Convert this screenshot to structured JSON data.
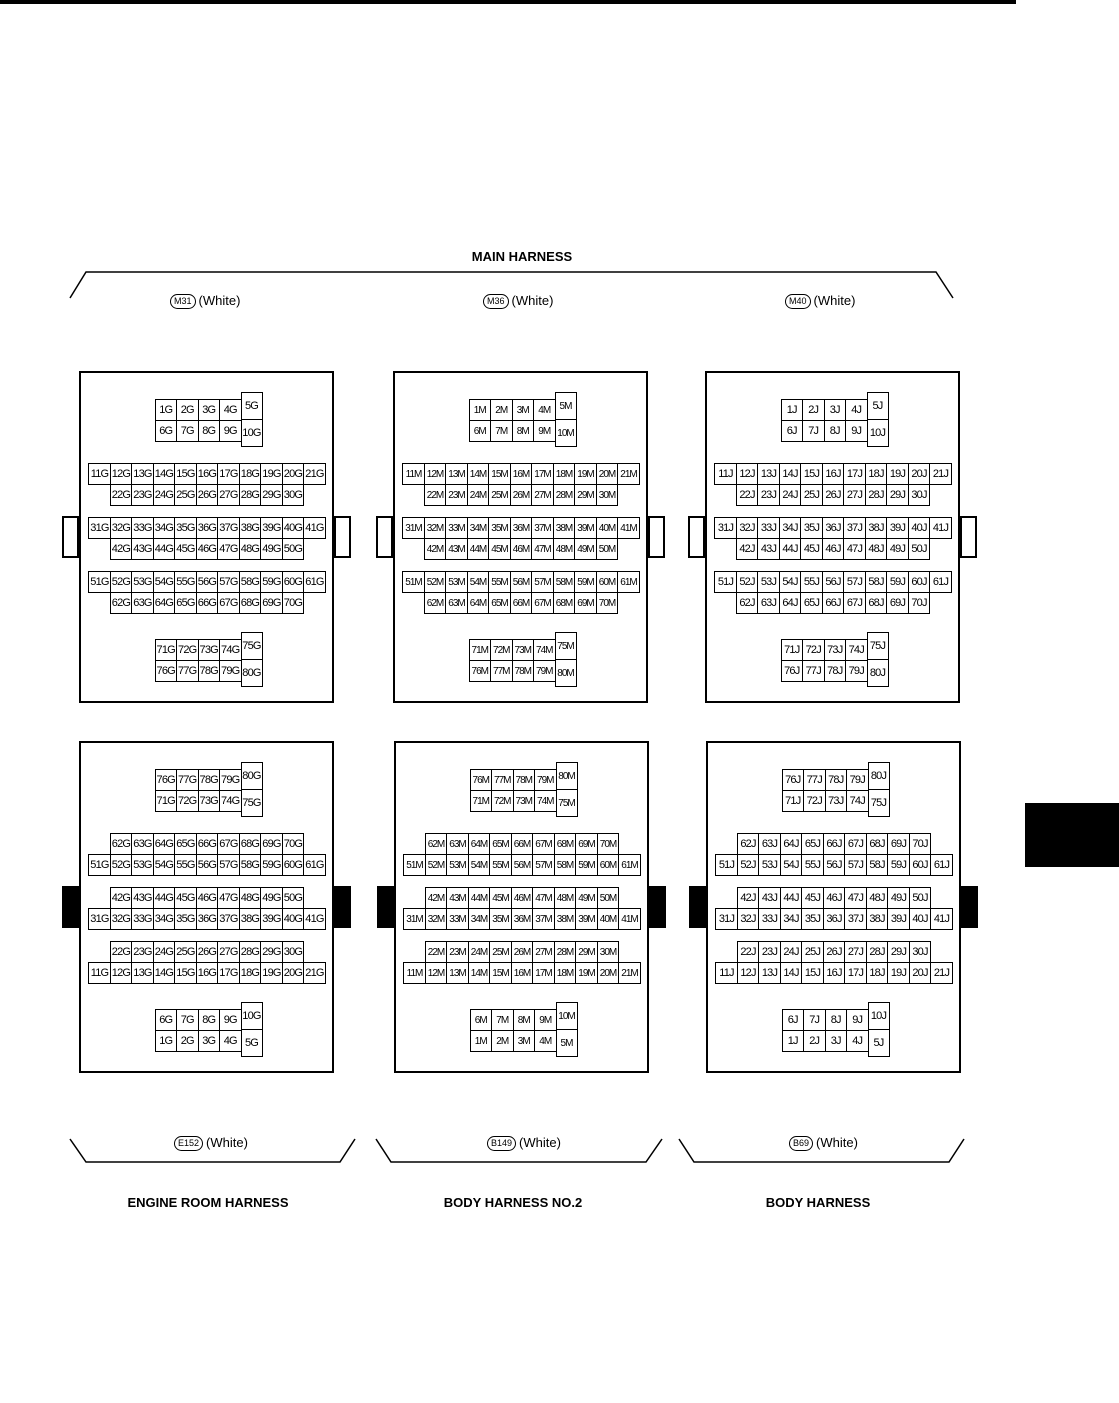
{
  "top_label": "MAIN HARNESS",
  "bottom_labels": [
    "ENGINE ROOM HARNESS",
    "BODY HARNESS NO.2",
    "BODY HARNESS"
  ],
  "connectors_top": [
    {
      "id": "M31",
      "color": "(White)",
      "suffix": "G"
    },
    {
      "id": "M36",
      "color": "(White)",
      "suffix": "M"
    },
    {
      "id": "M40",
      "color": "(White)",
      "suffix": "J"
    }
  ],
  "connectors_bottom": [
    {
      "id": "E152",
      "color": "(White)",
      "suffix": "G"
    },
    {
      "id": "B149",
      "color": "(White)",
      "suffix": "M"
    },
    {
      "id": "B69",
      "color": "(White)",
      "suffix": "J"
    }
  ],
  "pin_layout_top": {
    "A": [
      [
        1,
        2,
        3,
        4
      ],
      [
        6,
        7,
        8,
        9
      ]
    ],
    "A_big": [
      5,
      10
    ],
    "B1": [
      [
        11,
        12,
        13,
        14,
        15,
        16,
        17,
        18,
        19,
        20,
        21
      ],
      [
        22,
        23,
        24,
        25,
        26,
        27,
        28,
        29,
        30
      ]
    ],
    "B2": [
      [
        31,
        32,
        33,
        34,
        35,
        36,
        37,
        38,
        39,
        40,
        41
      ],
      [
        42,
        43,
        44,
        45,
        46,
        47,
        48,
        49,
        50
      ]
    ],
    "B3": [
      [
        51,
        52,
        53,
        54,
        55,
        56,
        57,
        58,
        59,
        60,
        61
      ],
      [
        62,
        63,
        64,
        65,
        66,
        67,
        68,
        69,
        70
      ]
    ],
    "C": [
      [
        71,
        72,
        73,
        74
      ],
      [
        76,
        77,
        78,
        79
      ]
    ],
    "C_big": [
      75,
      80
    ]
  },
  "pin_layout_bottom": {
    "C": [
      [
        76,
        77,
        78,
        79
      ],
      [
        71,
        72,
        73,
        74
      ]
    ],
    "C_big": [
      80,
      75
    ],
    "B3": [
      [
        62,
        63,
        64,
        65,
        66,
        67,
        68,
        69,
        70
      ],
      [
        51,
        52,
        53,
        54,
        55,
        56,
        57,
        58,
        59,
        60,
        61
      ]
    ],
    "B2": [
      [
        42,
        43,
        44,
        45,
        46,
        47,
        48,
        49,
        50
      ],
      [
        31,
        32,
        33,
        34,
        35,
        36,
        37,
        38,
        39,
        40,
        41
      ]
    ],
    "B1": [
      [
        22,
        23,
        24,
        25,
        26,
        27,
        28,
        29,
        30
      ],
      [
        11,
        12,
        13,
        14,
        15,
        16,
        17,
        18,
        19,
        20,
        21
      ]
    ],
    "A": [
      [
        6,
        7,
        8,
        9
      ],
      [
        1,
        2,
        3,
        4
      ]
    ],
    "A_big": [
      10,
      5
    ]
  }
}
